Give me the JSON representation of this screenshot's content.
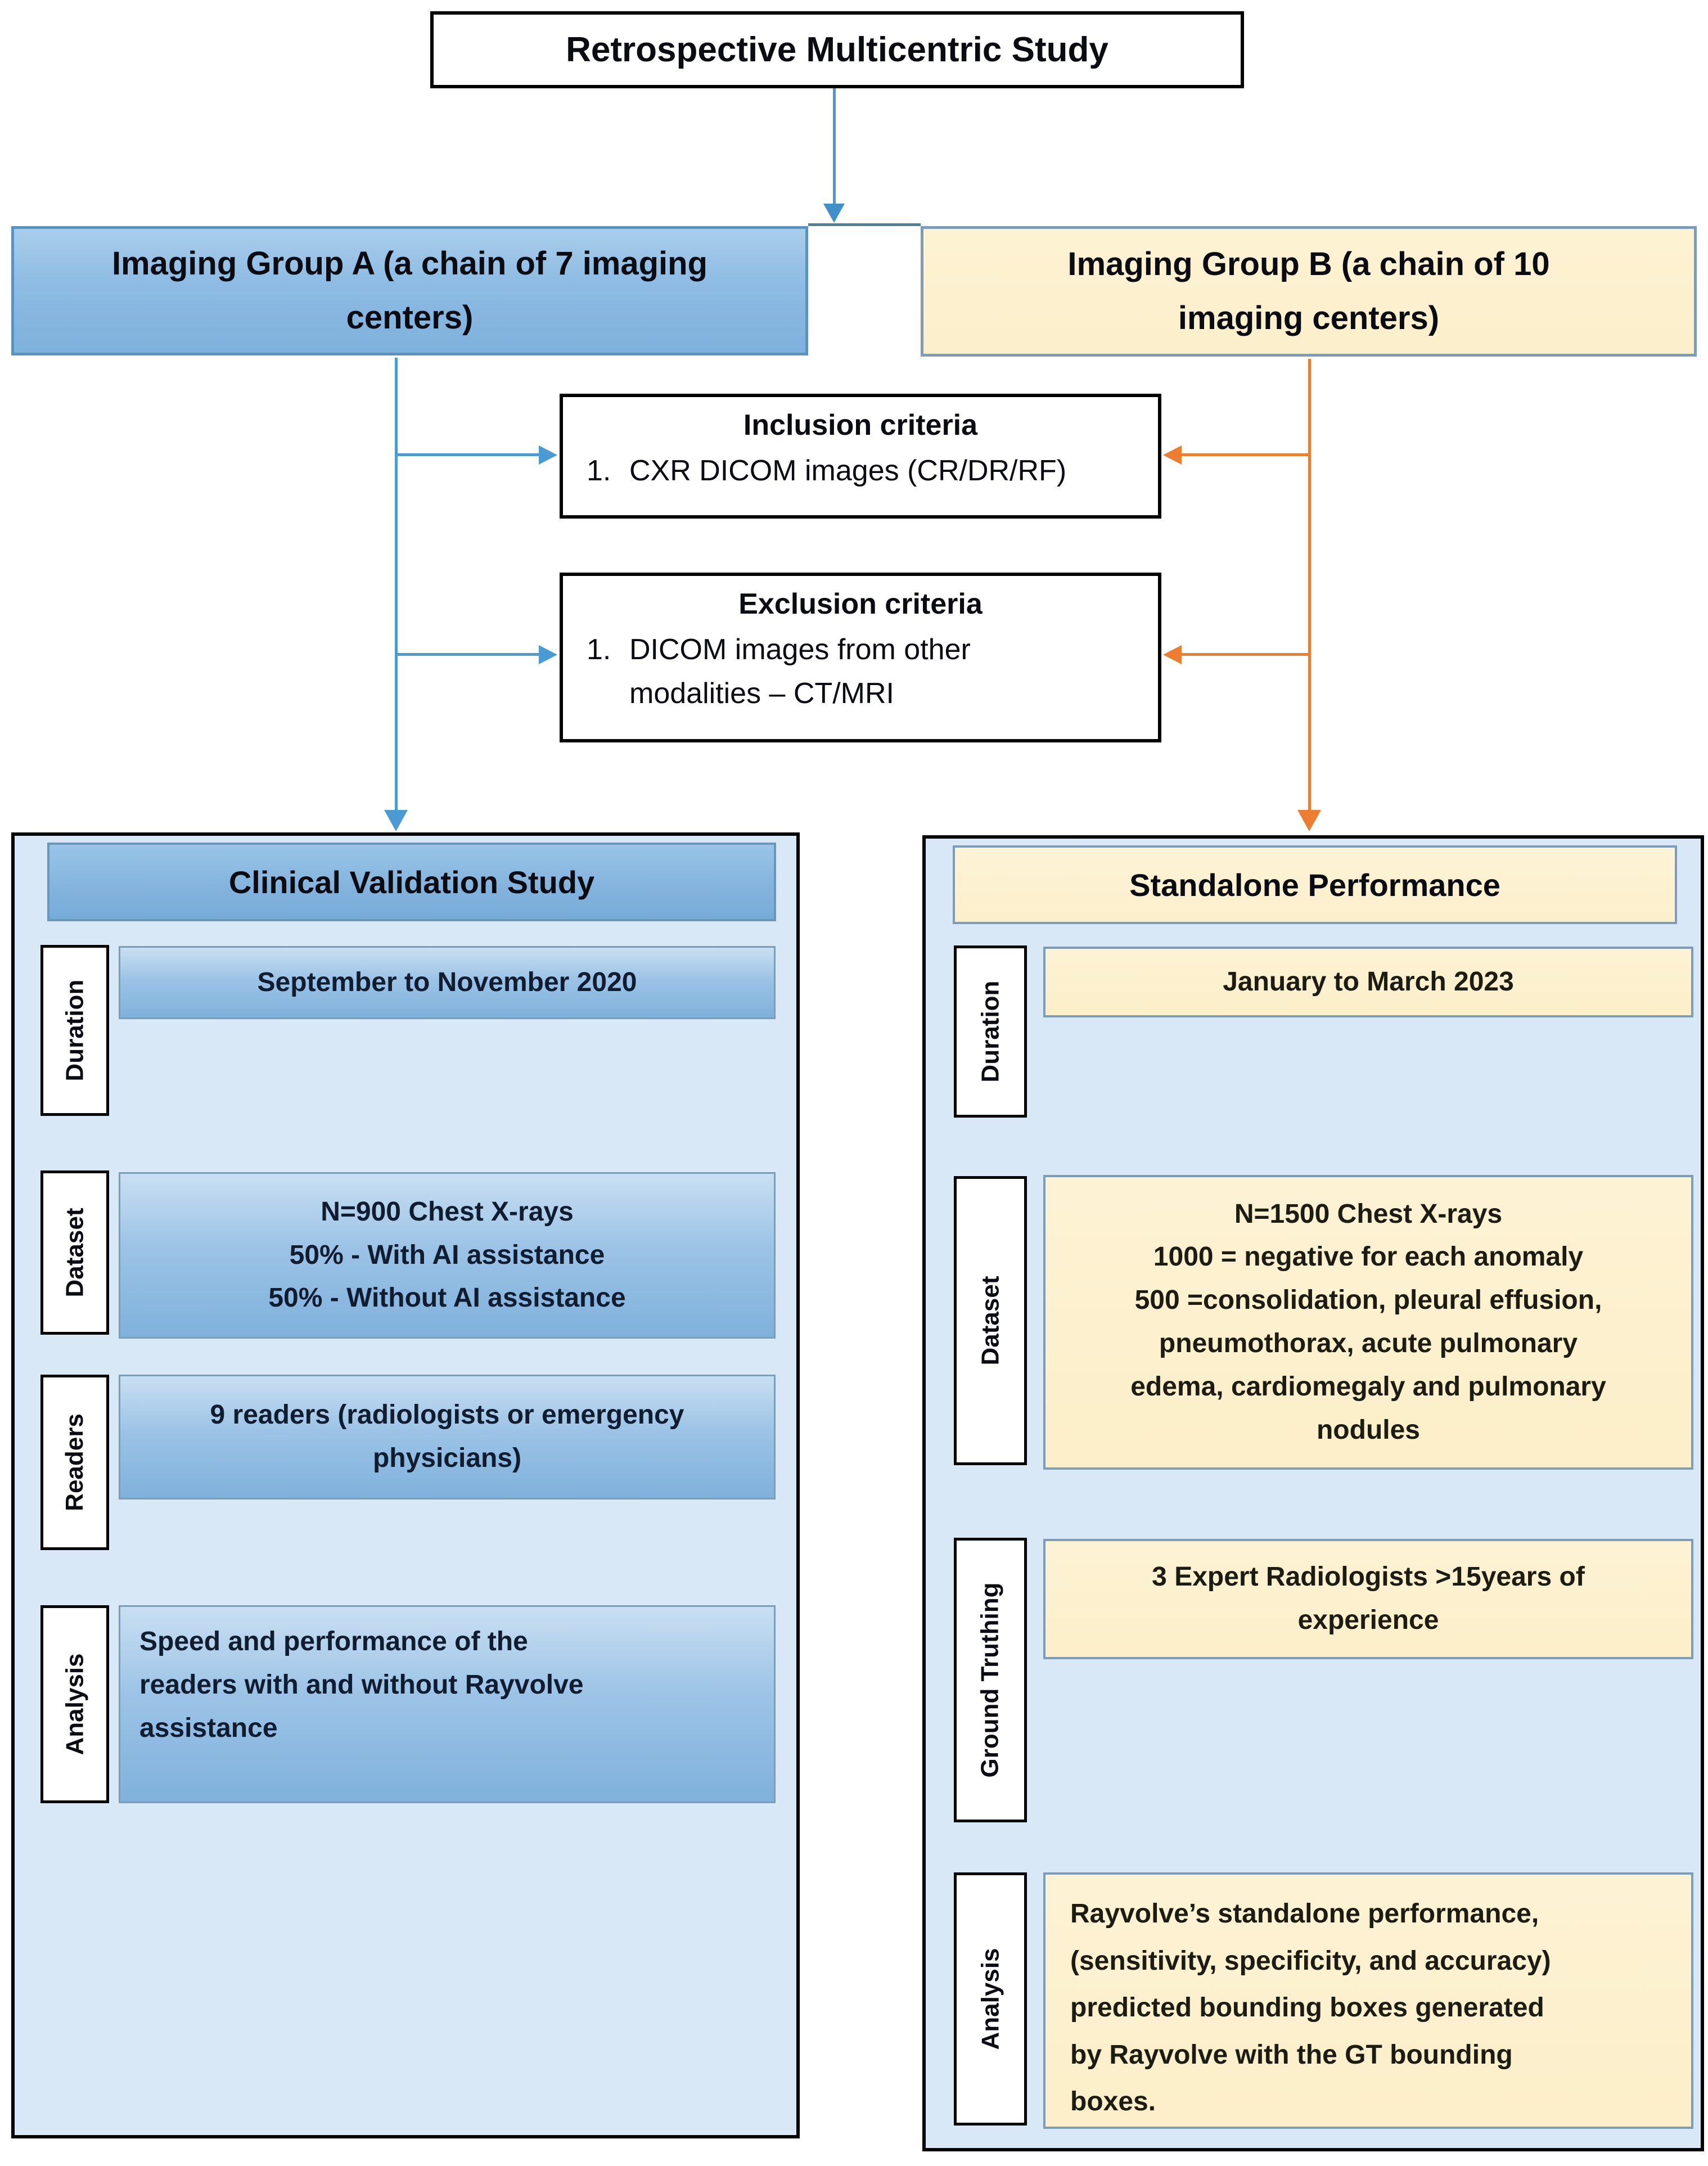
{
  "title": "Retrospective Multicentric Study",
  "groups": {
    "a": {
      "label": "Imaging Group A (a chain of 7 imaging\ncenters)"
    },
    "b": {
      "label": "Imaging Group B (a chain of 10\nimaging centers)"
    }
  },
  "criteria": {
    "inclusion": {
      "title": "Inclusion criteria",
      "item_number": "1.",
      "item_text": "CXR DICOM images (CR/DR/RF)"
    },
    "exclusion": {
      "title": "Exclusion criteria",
      "item_number": "1.",
      "item_text": "DICOM images from other\nmodalities – CT/MRI"
    }
  },
  "left_panel": {
    "header": "Clinical Validation Study",
    "rows": [
      {
        "label": "Duration",
        "text": "September to November 2020"
      },
      {
        "label": "Dataset",
        "text": "N=900 Chest X-rays\n50% - With AI assistance\n50% - Without AI assistance"
      },
      {
        "label": "Readers",
        "text": "9 readers (radiologists or emergency\nphysicians)"
      },
      {
        "label": "Analysis",
        "text": "Speed and performance of the\nreaders with and without Rayvolve\nassistance"
      }
    ]
  },
  "right_panel": {
    "header": "Standalone Performance",
    "rows": [
      {
        "label": "Duration",
        "text": "January to March 2023"
      },
      {
        "label": "Dataset",
        "text": "N=1500 Chest X-rays\n1000 = negative for each anomaly\n500 =consolidation, pleural effusion,\npneumothorax, acute pulmonary\nedema, cardiomegaly and pulmonary\nnodules"
      },
      {
        "label": "Ground Truthing",
        "text": "3 Expert Radiologists >15years of\nexperience"
      },
      {
        "label": "Analysis",
        "text": "Rayvolve’s standalone performance,\n(sensitivity, specificity, and accuracy)\npredicted bounding boxes generated\nby Rayvolve with the GT bounding\nboxes."
      }
    ]
  },
  "colors": {
    "blue_arrow": "#4A9AD4",
    "orange_arrow": "#ED7D31",
    "group_a_fill": "#8FBCE4",
    "group_a_border": "#5B92BE",
    "group_b_fill": "#FCEFCB",
    "group_b_border": "#7B9CBA",
    "panel_bg": "#D9E8F6",
    "blue_row_fill": "#9CC3E6",
    "cream_row_fill": "#FCEFC9",
    "box_border": "#000000",
    "split_line": "#4F8197"
  }
}
